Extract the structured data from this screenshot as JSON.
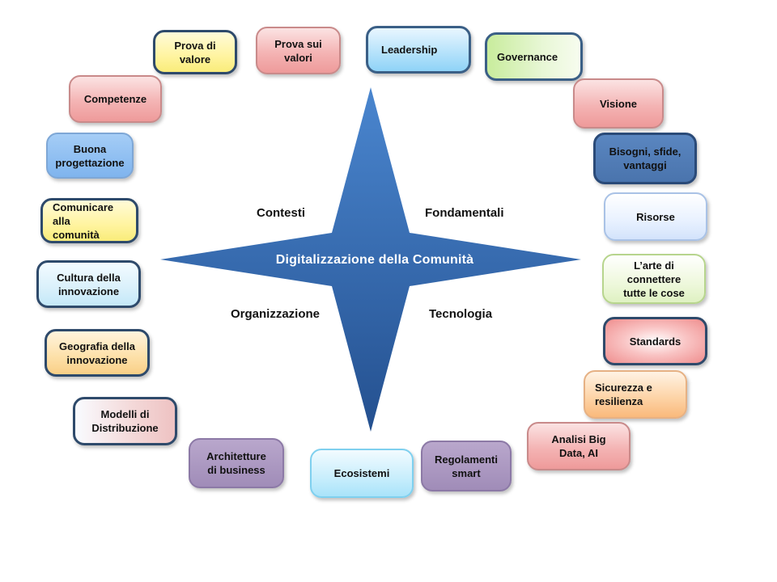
{
  "center": {
    "title": "Digitalizzazione  della Comunità",
    "quadrants": {
      "top_left": "Contesti",
      "top_right": "Fondamentali",
      "bottom_left": "Organizzazione",
      "bottom_right": "Tecnologia"
    }
  },
  "nodes": [
    {
      "id": "prova-di-valore",
      "lines": [
        "Prova di",
        "valore"
      ]
    },
    {
      "id": "prova-sui-valori",
      "lines": [
        "Prova sui",
        "valori"
      ]
    },
    {
      "id": "leadership",
      "lines": [
        "Leadership"
      ]
    },
    {
      "id": "governance",
      "lines": [
        "Governance"
      ]
    },
    {
      "id": "visione",
      "lines": [
        "Visione"
      ]
    },
    {
      "id": "bisogni",
      "lines": [
        "Bisogni, sfide,",
        "vantaggi"
      ]
    },
    {
      "id": "risorse",
      "lines": [
        "Risorse"
      ]
    },
    {
      "id": "arte-connettere",
      "lines": [
        "L’arte di",
        "connettere",
        "tutte le cose"
      ]
    },
    {
      "id": "standards",
      "lines": [
        "Standards"
      ]
    },
    {
      "id": "sicurezza",
      "lines": [
        "Sicurezza e",
        "resilienza"
      ]
    },
    {
      "id": "analisi-big-data",
      "lines": [
        "Analisi Big",
        "Data, AI"
      ]
    },
    {
      "id": "regolamenti",
      "lines": [
        "Regolamenti",
        "smart"
      ]
    },
    {
      "id": "ecosistemi",
      "lines": [
        "Ecosistemi"
      ]
    },
    {
      "id": "architetture",
      "lines": [
        "Architetture",
        "di business"
      ]
    },
    {
      "id": "modelli",
      "lines": [
        "Modelli di",
        "Distribuzione"
      ]
    },
    {
      "id": "geografia",
      "lines": [
        "Geografia della",
        "innovazione"
      ]
    },
    {
      "id": "cultura",
      "lines": [
        "Cultura della",
        "innovazione"
      ]
    },
    {
      "id": "comunicare",
      "lines": [
        "Comunicare alla",
        "comunità"
      ]
    },
    {
      "id": "buona-progettazione",
      "lines": [
        "Buona",
        "progettazione"
      ]
    },
    {
      "id": "competenze",
      "lines": [
        "Competenze"
      ]
    }
  ],
  "colors": {
    "star_light": "#4a86cf",
    "star_dark": "#24508f"
  }
}
